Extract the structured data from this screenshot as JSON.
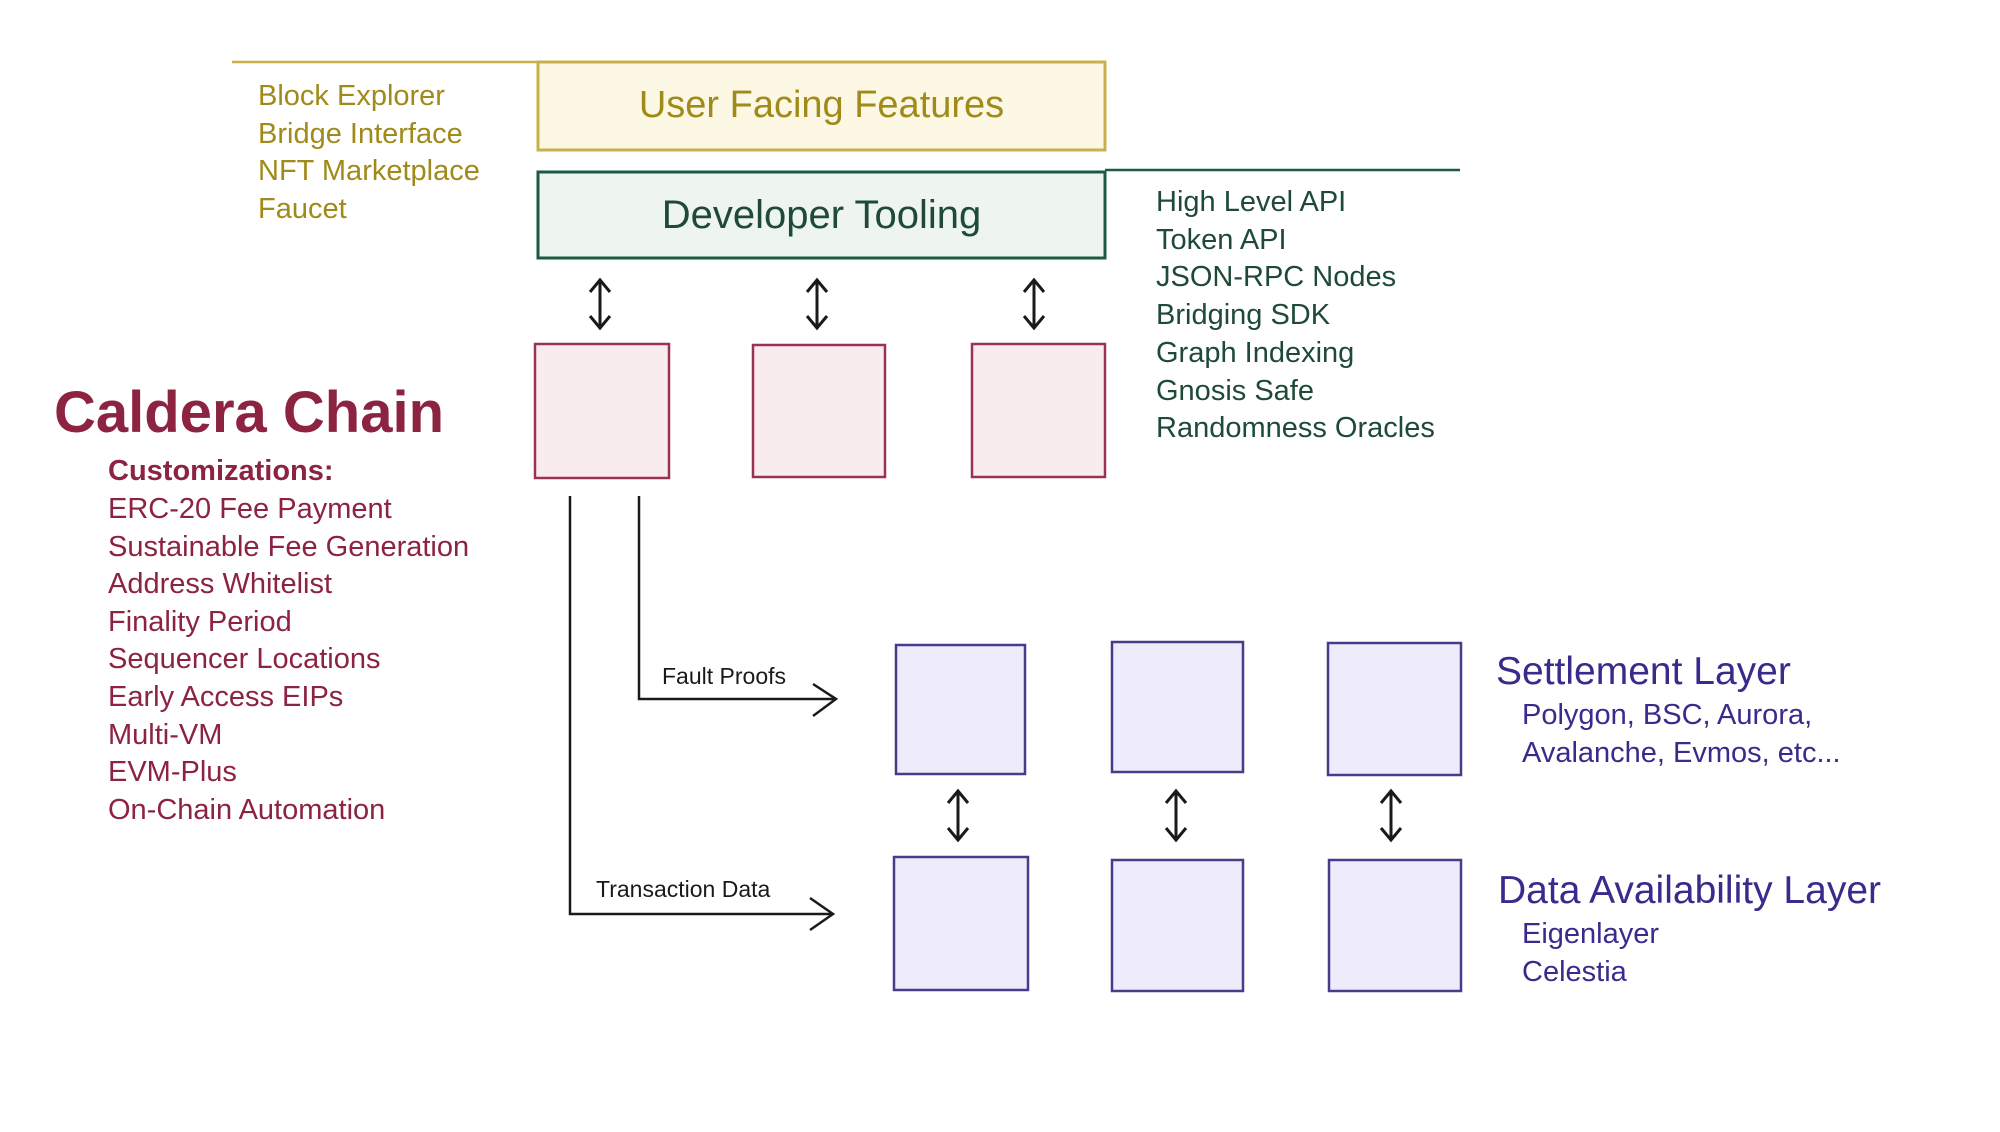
{
  "colors": {
    "gold_text": "#a08a1a",
    "gold_stroke": "#c9b04d",
    "gold_fill": "#fdf8e4",
    "green_text": "#1e4a37",
    "green_stroke": "#1e5a40",
    "green_fill": "#eef5f0",
    "maroon_text": "#8c2340",
    "maroon_stroke": "#9a3352",
    "maroon_fill": "#f9ecef",
    "purple_text": "#3a2a8c",
    "purple_stroke": "#4a3a8a",
    "purple_fill": "#eeecfa",
    "arrow": "#1a1a1a"
  },
  "user_facing": {
    "title": "User Facing Features",
    "items": [
      "Block Explorer",
      "Bridge Interface",
      "NFT Marketplace",
      "Faucet"
    ]
  },
  "developer_tooling": {
    "title": "Developer Tooling",
    "items": [
      "High Level API",
      "Token API",
      "JSON-RPC Nodes",
      "Bridging SDK",
      "Graph Indexing",
      "Gnosis Safe",
      "Randomness Oracles"
    ]
  },
  "caldera": {
    "title": "Caldera Chain",
    "customizations_label": "Customizations:",
    "items": [
      "ERC-20 Fee Payment",
      "Sustainable Fee Generation",
      "Address Whitelist",
      "Finality Period",
      "Sequencer Locations",
      "Early Access EIPs",
      "Multi-VM",
      "EVM-Plus",
      "On-Chain Automation"
    ]
  },
  "flows": {
    "fault_proofs": "Fault Proofs",
    "transaction_data": "Transaction Data"
  },
  "settlement": {
    "title": "Settlement Layer",
    "items": [
      "Polygon, BSC, Aurora,",
      "Avalanche, Evmos, etc..."
    ]
  },
  "data_availability": {
    "title": "Data Availability Layer",
    "items": [
      "Eigenlayer",
      "Celestia"
    ]
  }
}
